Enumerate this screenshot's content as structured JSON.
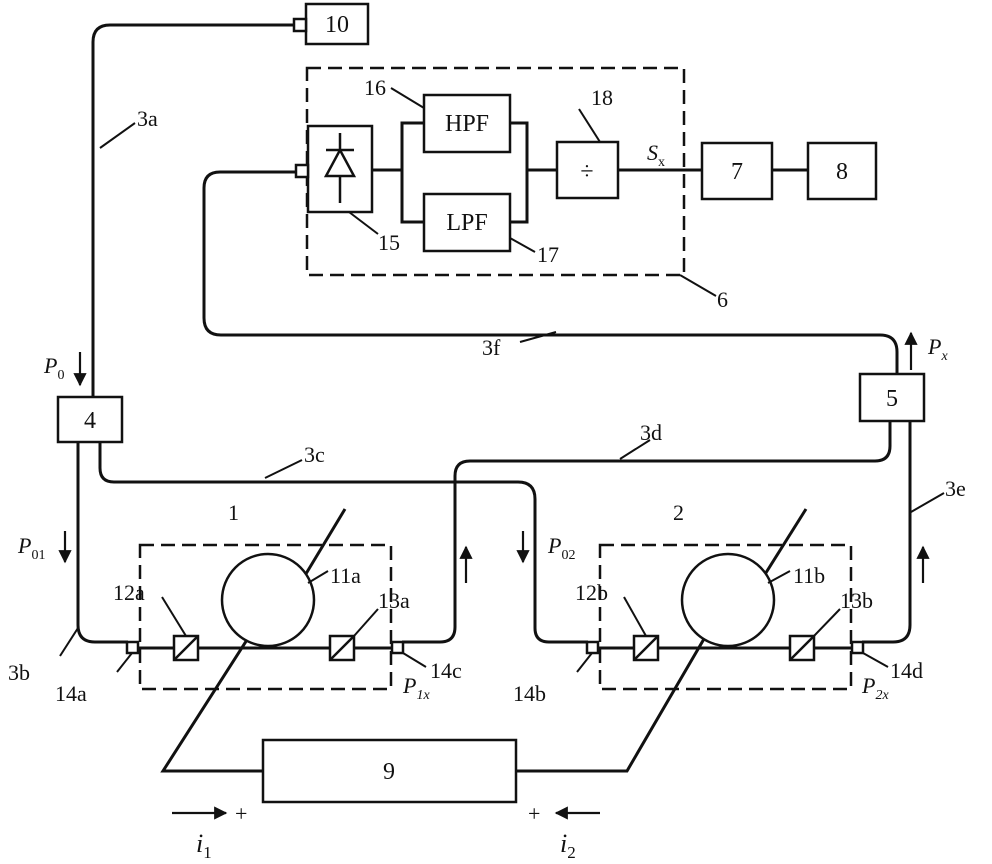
{
  "boxes": {
    "b10": "10",
    "b4": "4",
    "b5": "5",
    "b7": "7",
    "b8": "8",
    "b9": "9",
    "hpf": "HPF",
    "lpf": "LPF",
    "div": "÷"
  },
  "labels": {
    "l16": "16",
    "l18": "18",
    "l15": "15",
    "l17": "17",
    "l6": "6",
    "l1": "1",
    "l2": "2",
    "l11a": "11a",
    "l11b": "11b",
    "l12a": "12a",
    "l12b": "12b",
    "l13a": "13a",
    "l13b": "13b",
    "l14a": "14a",
    "l14b": "14b",
    "l14c": "14c",
    "l14d": "14d",
    "f3a": "3a",
    "f3b": "3b",
    "f3c": "3c",
    "f3d": "3d",
    "f3e": "3e",
    "f3f": "3f"
  },
  "powers": {
    "P0": {
      "main": "P",
      "sub": "0"
    },
    "P01": {
      "main": "P",
      "sub": "01"
    },
    "P02": {
      "main": "P",
      "sub": "02"
    },
    "P1x": {
      "main": "P",
      "sub": "1x"
    },
    "P2x": {
      "main": "P",
      "sub": "2x"
    },
    "Px": {
      "main": "P",
      "sub": "x"
    },
    "Sx": {
      "main": "S",
      "sub": "x"
    }
  },
  "currents": {
    "i1": {
      "main": "i",
      "sub": "1"
    },
    "i2": {
      "main": "i",
      "sub": "2"
    },
    "plus1": "+",
    "plus2": "+"
  }
}
